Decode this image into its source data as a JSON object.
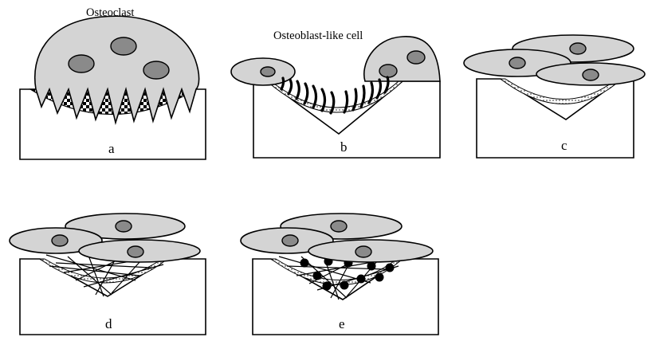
{
  "figure": {
    "labels": {
      "osteoclast": "Osteoclast",
      "osteoblast_like_cell": "Osteoblast-like cell"
    },
    "panels": [
      {
        "id": "a",
        "label": "a"
      },
      {
        "id": "b",
        "label": "b"
      },
      {
        "id": "c",
        "label": "c"
      },
      {
        "id": "d",
        "label": "d"
      },
      {
        "id": "e",
        "label": "e"
      }
    ],
    "colors": {
      "cell": "#d4d4d4",
      "nucleus": "#8a8a8a",
      "outline": "#000000",
      "background": "#ffffff"
    }
  }
}
